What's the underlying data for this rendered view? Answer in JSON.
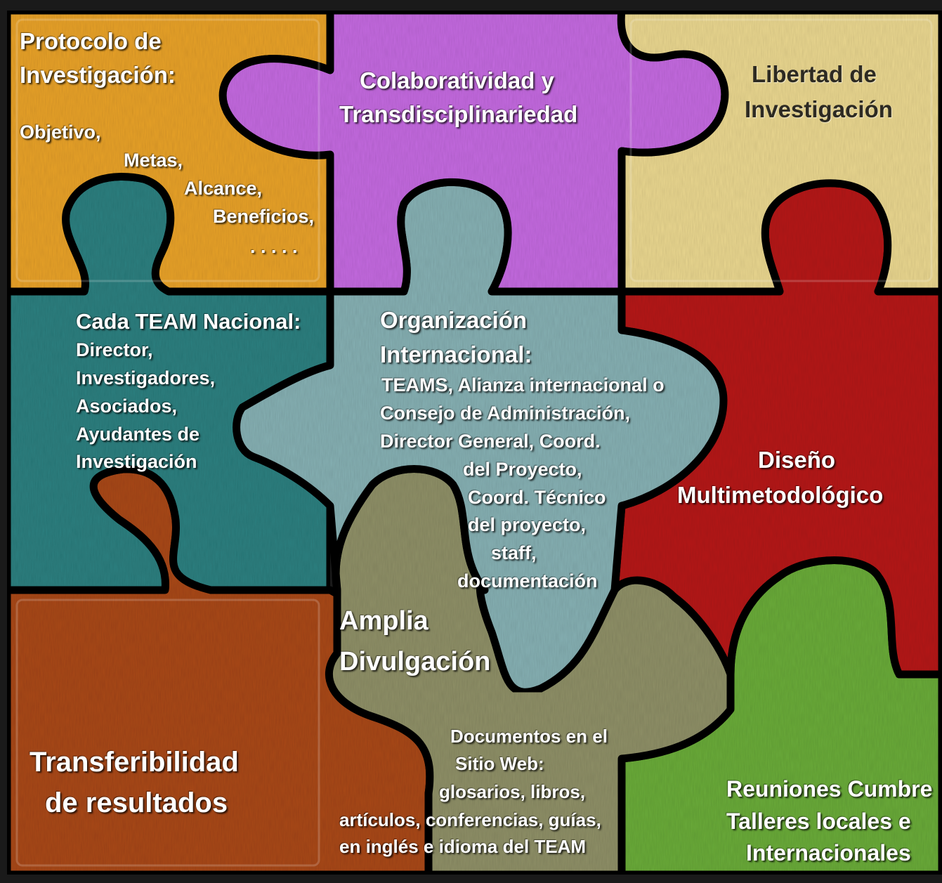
{
  "pieces": {
    "protocolo": {
      "title_1": "Protocolo  de",
      "title_2": "Investigación:",
      "items": [
        "Objetivo,",
        "Metas,",
        "Alcance,",
        "Beneficios,",
        ". . . . ."
      ],
      "color": "#e8a22a"
    },
    "colaboratividad": {
      "line_1": "Colaboratividad y",
      "line_2": "Transdisciplinariedad",
      "color": "#c46ae0"
    },
    "libertad": {
      "line_1": "Libertad  de",
      "line_2": "Investigación",
      "color": "#ead790"
    },
    "team_nacional": {
      "heading": "Cada TEAM Nacional:",
      "items": [
        "Director,",
        "Investigadores,",
        "Asociados,",
        "Ayudantes de",
        "Investigación"
      ],
      "color": "#2e8080"
    },
    "organizacion": {
      "title_1": "Organización",
      "title_2": "Internacional:",
      "lines": [
        "TEAMS, Alianza internacional o",
        "Consejo de Administración,",
        "Director General, Coord.",
        "del Proyecto,",
        "Coord. Técnico",
        "del proyecto,",
        "staff,",
        "documentación"
      ],
      "color": "#86b0b3"
    },
    "diseno": {
      "line_1": "Diseño",
      "line_2": "Multimetodológico",
      "color": "#b51e1e"
    },
    "divulgacion": {
      "title_1": "Amplia",
      "title_2": "Divulgación",
      "lines": [
        "Documentos en el",
        "Sitio Web:",
        "glosarios, libros,",
        "artículos, conferencias, guías,",
        "en inglés e idioma del TEAM"
      ],
      "color": "#8f9067"
    },
    "transferibilidad": {
      "line_1": "Transferibilidad",
      "line_2": "de resultados",
      "color": "#a9481e"
    },
    "reuniones": {
      "lines": [
        "Reuniones Cumbre",
        "Talleres  locales  e",
        "Internacionales"
      ],
      "color": "#6bab3a"
    }
  }
}
